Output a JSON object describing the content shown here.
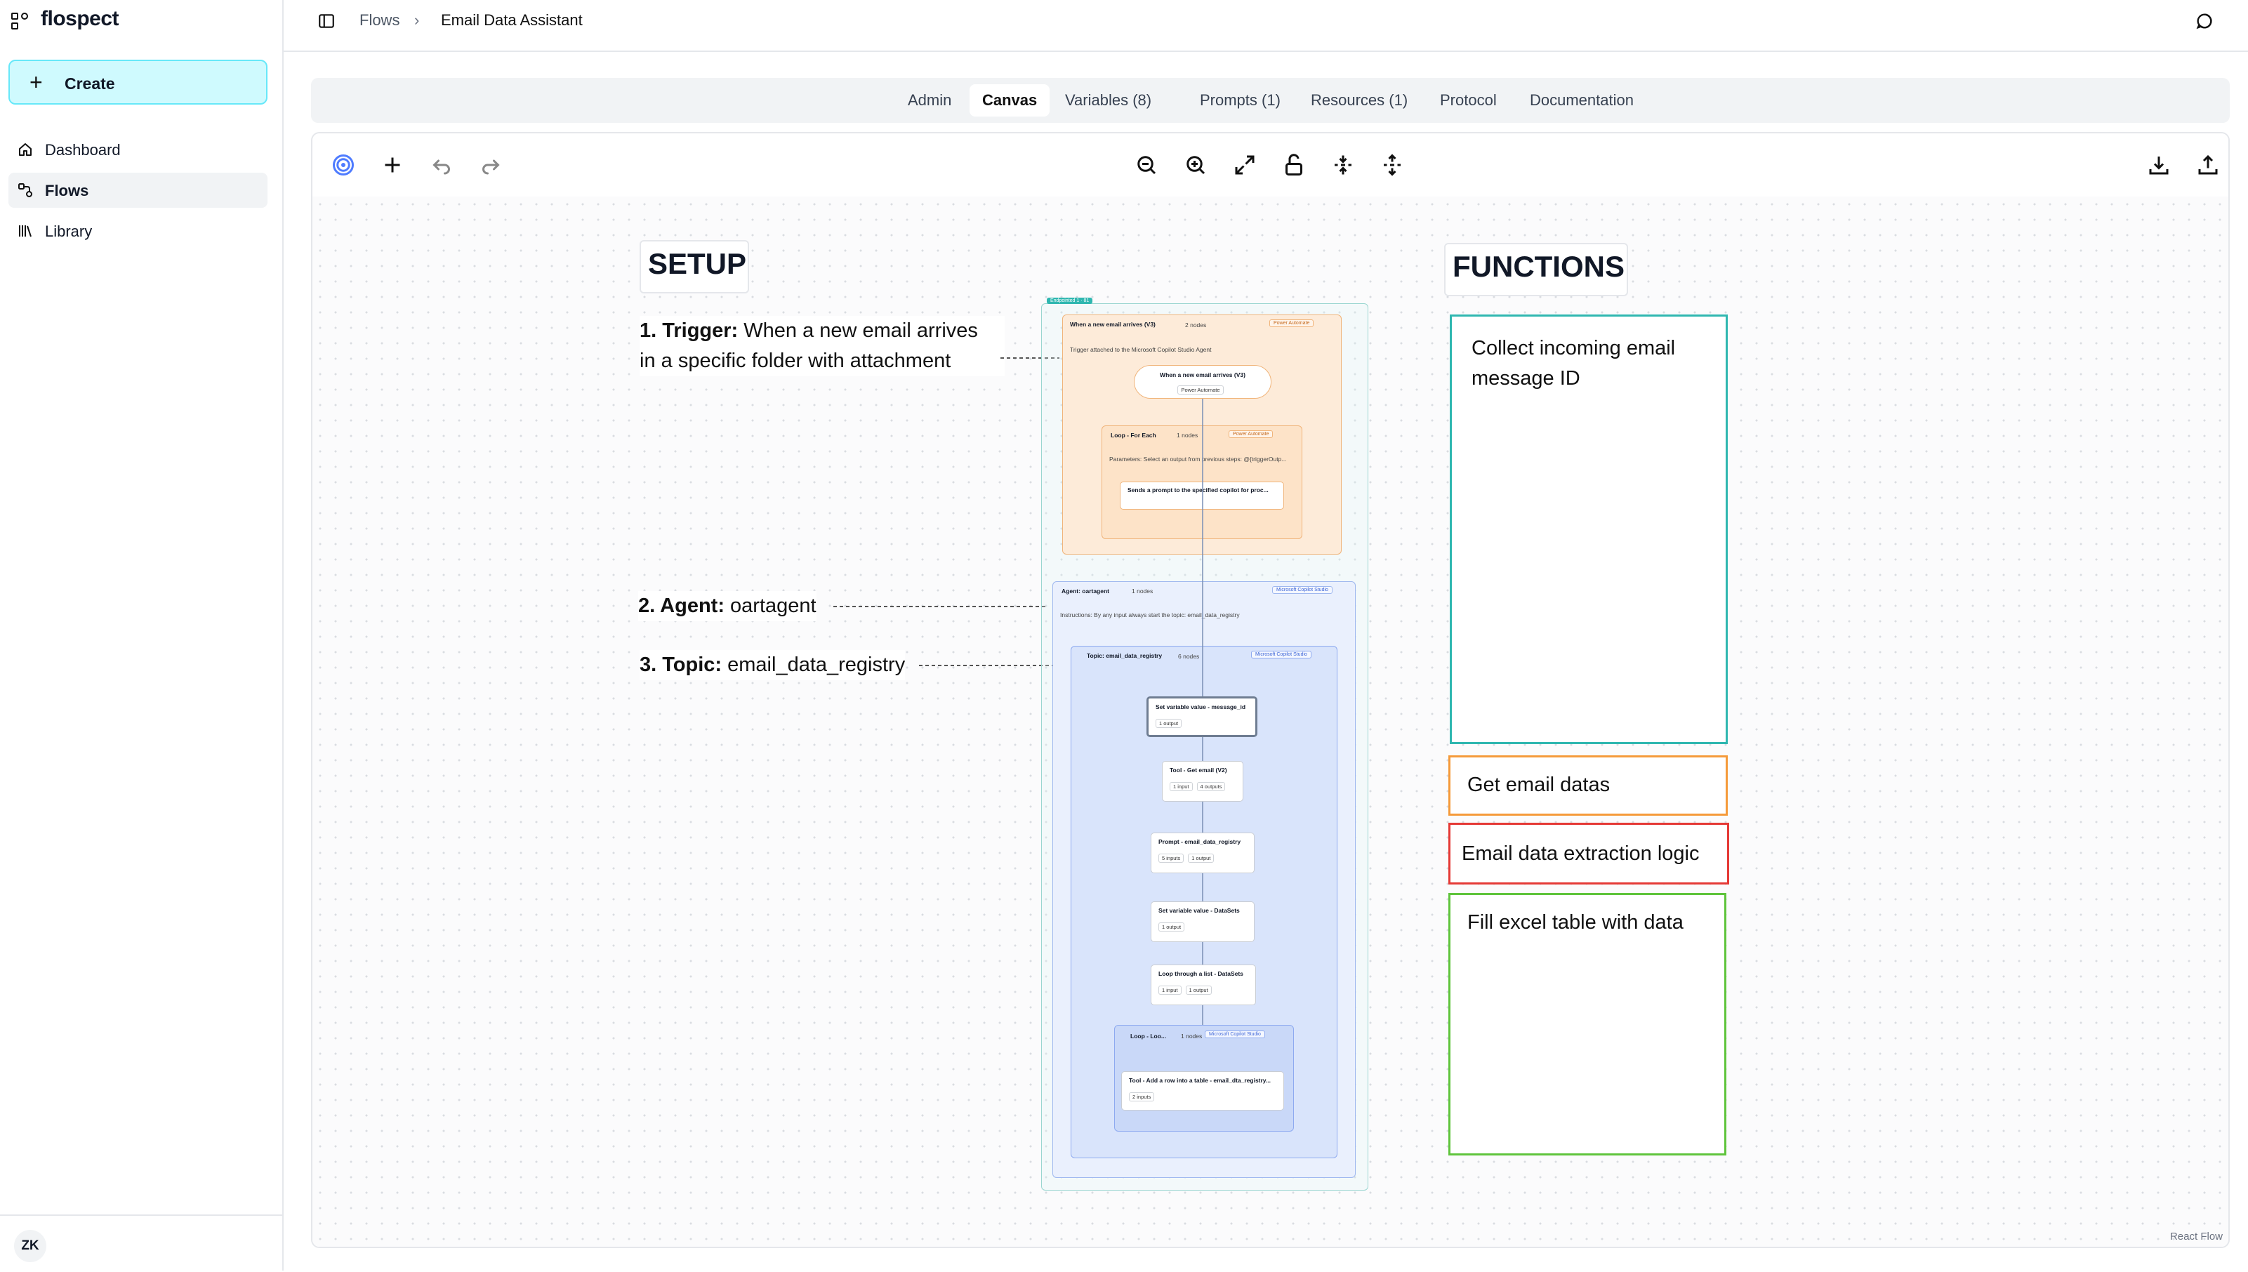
{
  "app": {
    "brand": "flospect"
  },
  "sidebar": {
    "create_label": "Create",
    "items": [
      {
        "label": "Dashboard",
        "icon": "home-icon"
      },
      {
        "label": "Flows",
        "icon": "flows-icon",
        "active": true
      },
      {
        "label": "Library",
        "icon": "library-icon"
      }
    ],
    "user_initials": "ZK"
  },
  "header": {
    "breadcrumb": [
      "Flows",
      "Email Data Assistant"
    ]
  },
  "tabs": [
    {
      "label": "Admin"
    },
    {
      "label": "Canvas",
      "active": true
    },
    {
      "label": "Variables (8)"
    },
    {
      "label": "Prompts (1)"
    },
    {
      "label": "Resources (1)"
    },
    {
      "label": "Protocol"
    },
    {
      "label": "Documentation"
    }
  ],
  "canvas": {
    "setup_heading": "SETUP",
    "functions_heading": "FUNCTIONS",
    "annotations": {
      "trigger_label": "1. Trigger:",
      "trigger_line1": "When a new email arrives",
      "trigger_line2": "in a specific folder with attachment",
      "agent_label": "2. Agent:",
      "agent_value": "oartagent",
      "topic_label": "3. Topic:",
      "topic_value": "email_data_registry"
    },
    "functions": [
      {
        "text_line1": "Collect incoming email",
        "text_line2": "message ID",
        "color": "#2fb7b0"
      },
      {
        "text_line1": "Get email datas",
        "color": "#f59a3a"
      },
      {
        "text_line1": "Email data extraction logic",
        "color": "#e53935"
      },
      {
        "text_line1": "Fill excel table with data",
        "color": "#5fc43c"
      }
    ],
    "watermark": "React Flow",
    "flow": {
      "outer_badge": "Endpointed 1 · 81",
      "trigger_group": {
        "title": "When a new email arrives (V3)",
        "count": "2 nodes",
        "tag": "Power Automate",
        "desc": "Trigger attached to the Microsoft Copilot Studio Agent"
      },
      "trigger_node": {
        "title": "When a new email arrives (V3)",
        "sub": "Power Automate"
      },
      "loop_group": {
        "title": "Loop - For Each",
        "count": "1 nodes",
        "tag": "Power Automate",
        "desc": "Parameters: Select an output from previous steps: @{triggerOutp..."
      },
      "prompt_node": {
        "title": "Sends a prompt to the specified copilot for proc..."
      },
      "agent_group": {
        "title": "Agent: oartagent",
        "count": "1 nodes",
        "tag": "Microsoft Copilot Studio",
        "desc": "Instructions: By any input always start the topic: email_data_registry"
      },
      "topic_group": {
        "title": "Topic: email_data_registry",
        "count": "6 nodes",
        "tag": "Microsoft Copilot Studio"
      },
      "nodes": [
        {
          "title": "Set variable value - message_id",
          "pills": [
            "1 output"
          ]
        },
        {
          "title": "Tool - Get email (V2)",
          "pills": [
            "1 input",
            "4 outputs"
          ]
        },
        {
          "title": "Prompt - email_data_registry",
          "pills": [
            "5 inputs",
            "1 output"
          ]
        },
        {
          "title": "Set variable value - DataSets",
          "pills": [
            "1 output"
          ]
        },
        {
          "title": "Loop through a list - DataSets",
          "pills": [
            "1 input",
            "1 output"
          ]
        }
      ],
      "loop2_group": {
        "title": "Loop - Loo...",
        "count": "1 nodes",
        "tag": "Microsoft Copilot Studio"
      },
      "last_node": {
        "title": "Tool - Add a row into a table - email_dta_registry...",
        "pills": [
          "2 inputs"
        ]
      }
    }
  }
}
